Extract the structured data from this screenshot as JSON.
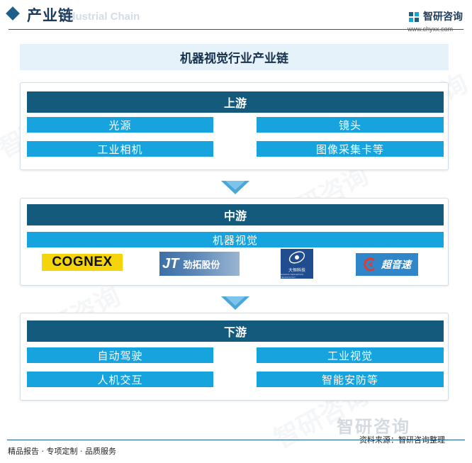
{
  "header": {
    "title": "产业链",
    "subtitle_en": "Industrial Chain",
    "brand_name": "智研咨询",
    "brand_url": "www.chyxx.com"
  },
  "main_title": "机器视觉行业产业链",
  "upstream": {
    "title": "上游",
    "items": [
      "光源",
      "镜头",
      "工业相机",
      "图像采集卡等"
    ]
  },
  "midstream": {
    "title": "中游",
    "item": "机器视觉",
    "logos": {
      "cognex": "COGNEX",
      "jt_mark": "JT",
      "jt_name": "劲拓股份",
      "dh_name": "大恒科技",
      "dh_en": "DAHENG NEW EPOCH TECHNOLOGY",
      "chy_name": "超音速"
    }
  },
  "downstream": {
    "title": "下游",
    "items": [
      "自动驾驶",
      "工业视觉",
      "人机交互",
      "智能安防等"
    ]
  },
  "footer": {
    "left": "精品报告 · 专项定制 · 品质服务",
    "watermark_big": "智研咨询",
    "source": "资料来源：智研咨询整理"
  },
  "colors": {
    "header_accent": "#1d5f8a",
    "stage_head": "#135a7d",
    "cell": "#17a3dd",
    "title_bg": "#e6f2f9",
    "arrow": "#4aa6d8"
  }
}
